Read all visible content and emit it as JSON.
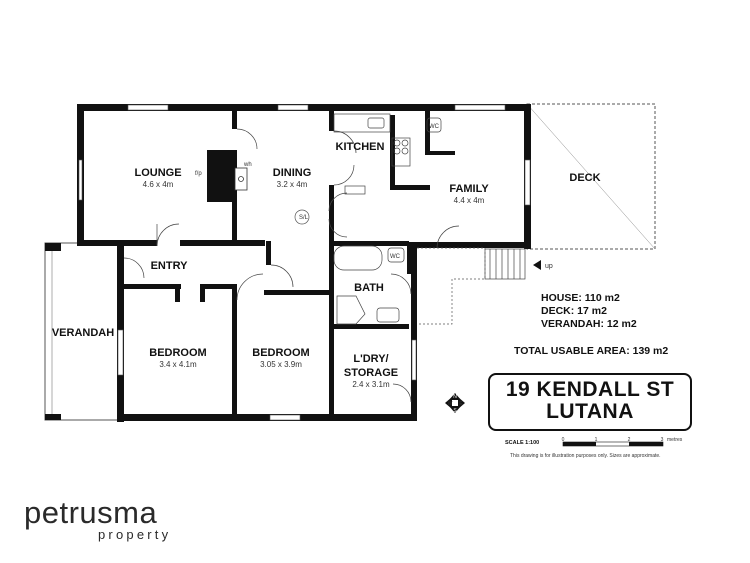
{
  "rooms": {
    "lounge": {
      "name": "LOUNGE",
      "dims": "4.6 x 4m"
    },
    "dining": {
      "name": "DINING",
      "dims": "3.2 x 4m"
    },
    "kitchen": {
      "name": "KITCHEN"
    },
    "family": {
      "name": "FAMILY",
      "dims": "4.4 x 4m"
    },
    "deck": {
      "name": "DECK"
    },
    "entry": {
      "name": "ENTRY"
    },
    "bath": {
      "name": "BATH"
    },
    "verandah": {
      "name": "VERANDAH"
    },
    "bedroom1": {
      "name": "BEDROOM",
      "dims": "3.4 x 4.1m"
    },
    "bedroom2": {
      "name": "BEDROOM",
      "dims": "3.05 x 3.9m"
    },
    "laundry": {
      "name_line1": "L'DRY/",
      "name_line2": "STORAGE",
      "dims": "2.4 x 3.1m"
    }
  },
  "fixtures": {
    "fireplace": "f/p",
    "woodheater": "wh",
    "skylight": "S/L",
    "wc1": "WC",
    "wc2": "WC",
    "stairs": "up"
  },
  "areas": {
    "house": "HOUSE: 110 m2",
    "deck": "DECK: 17 m2",
    "verandah": "VERANDAH: 12 m2",
    "total": "TOTAL USABLE AREA: 139 m2"
  },
  "address": {
    "line1": "19 KENDALL ST",
    "line2": "LUTANA"
  },
  "compass": {
    "n": "N",
    "s": "S",
    "e": "E",
    "w": "W"
  },
  "scale": {
    "label": "SCALE 1:100",
    "ticks": [
      "0",
      "1",
      "2",
      "3"
    ],
    "unit": "metres"
  },
  "disclaimer": "This drawing is for illustration purposes only. Sizes are approximate.",
  "brand": {
    "name": "petrusma",
    "sub": "property"
  }
}
